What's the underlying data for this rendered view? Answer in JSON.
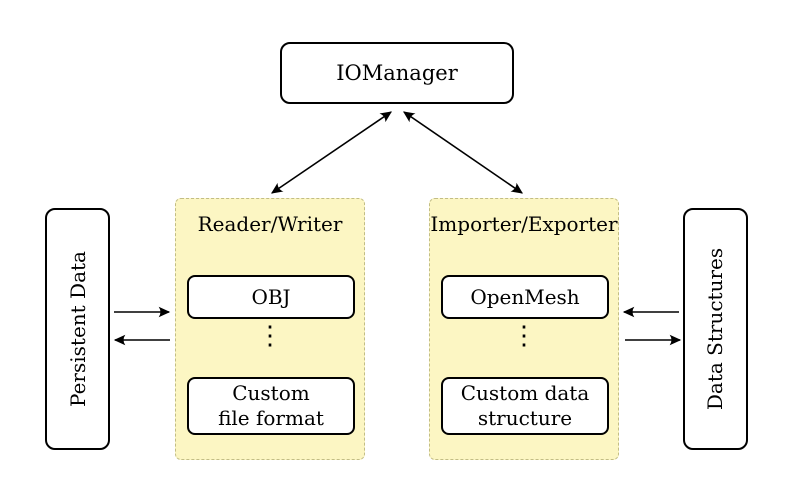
{
  "colors": {
    "background": "#ffffff",
    "group_fill": "#fcf6c3",
    "group_border": "#c2bd85",
    "node_fill": "#ffffff",
    "node_border": "#000000",
    "arrow": "#000000"
  },
  "nodes": {
    "io_manager": "IOManager",
    "persistent_data": "Persistent Data",
    "data_structures": "Data Structures"
  },
  "groups": {
    "reader_writer": {
      "title": "Reader/Writer",
      "items": [
        "OBJ",
        "Custom\nfile format"
      ],
      "ellipsis": "⋮"
    },
    "importer_exporter": {
      "title": "Importer/Exporter",
      "items": [
        "OpenMesh",
        "Custom data\nstructure"
      ],
      "ellipsis": "⋮"
    }
  }
}
